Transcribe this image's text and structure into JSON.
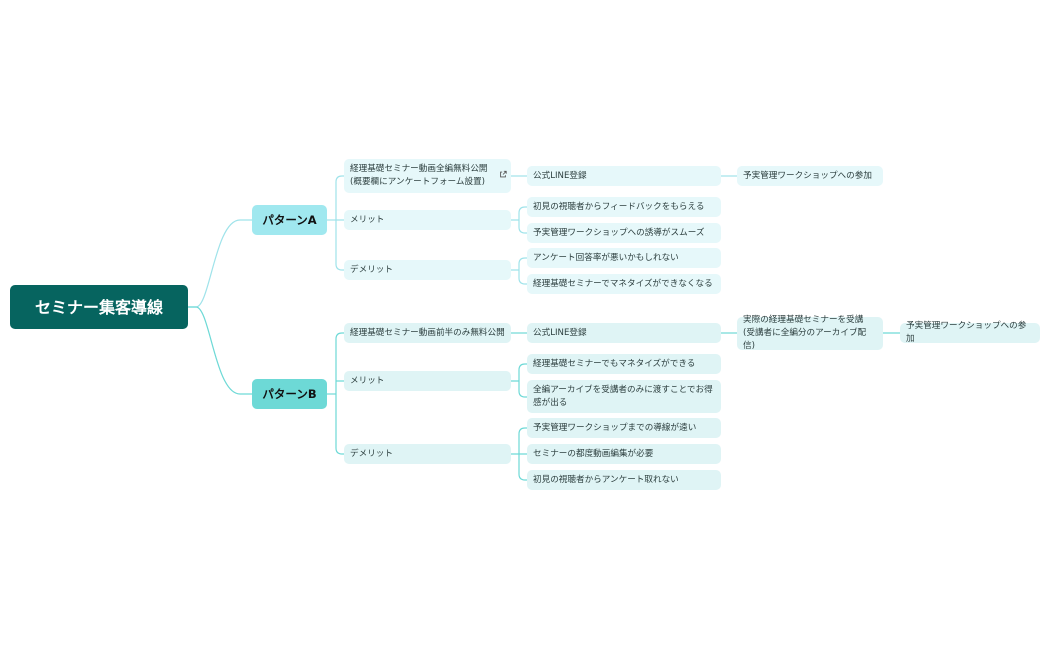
{
  "colors": {
    "root_bg": "#06645f",
    "pattern_a_bg": "#a0e8ef",
    "pattern_b_bg": "#6dd9d6",
    "node_a_bg": "#e6f8fa",
    "node_b_bg": "#dff4f5",
    "line_a": "#9fe3ea",
    "line_b": "#6dd9d6"
  },
  "root": {
    "label": "セミナー集客導線"
  },
  "pattern_a": {
    "label": "パターンA",
    "flow": {
      "label_line1": "経理基礎セミナー動画全編無料公開",
      "label_line2": "(概要欄にアンケートフォーム設置)",
      "link_icon": "external-link-icon",
      "step2": "公式LINE登録",
      "step3": "予実管理ワークショップへの参加"
    },
    "merit": {
      "label": "メリット",
      "items": [
        "初見の視聴者からフィードバックをもらえる",
        "予実管理ワークショップへの誘導がスムーズ"
      ]
    },
    "demerit": {
      "label": "デメリット",
      "items": [
        "アンケート回答率が悪いかもしれない",
        "経理基礎セミナーでマネタイズができなくなる"
      ]
    }
  },
  "pattern_b": {
    "label": "パターンB",
    "flow": {
      "label": "経理基礎セミナー動画前半のみ無料公開",
      "step2": "公式LINE登録",
      "step3_line1": "実際の経理基礎セミナーを受講",
      "step3_line2": "(受講者に全編分のアーカイブ配信)",
      "step4": "予実管理ワークショップへの参加"
    },
    "merit": {
      "label": "メリット",
      "items": [
        "経理基礎セミナーでもマネタイズができる",
        "全編アーカイブを受講者のみに渡すことでお得感が出る"
      ]
    },
    "demerit": {
      "label": "デメリット",
      "items": [
        "予実管理ワークショップまでの導線が遠い",
        "セミナーの都度動画編集が必要",
        "初見の視聴者からアンケート取れない"
      ]
    }
  }
}
